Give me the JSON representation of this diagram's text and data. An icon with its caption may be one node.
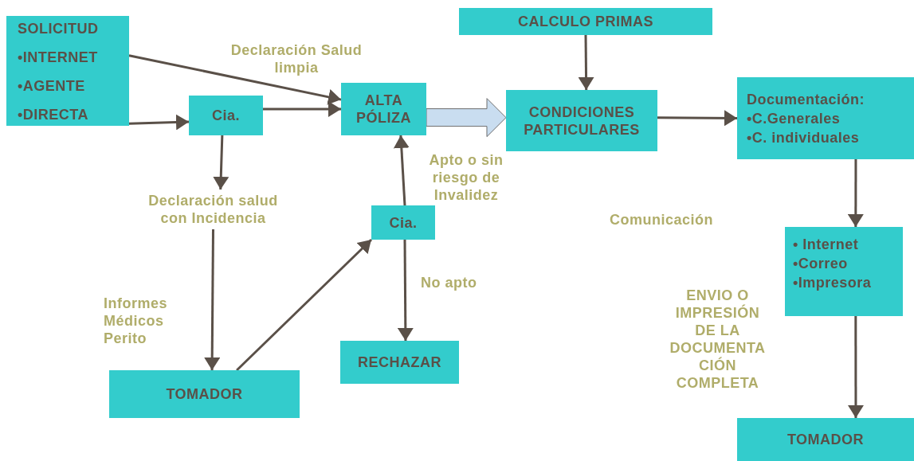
{
  "diagram": {
    "nodes": [
      {
        "text": [
          "SOLICITUD",
          "•INTERNET",
          "•AGENTE",
          "•DIRECTA"
        ]
      },
      {
        "text": [
          "Cia."
        ]
      },
      {
        "text": [
          "ALTA PÓLIZA"
        ]
      },
      {
        "text": [
          "CALCULO PRIMAS"
        ]
      },
      {
        "text": [
          "CONDICIONES PARTICULARES"
        ]
      },
      {
        "text": [
          "Documentación:",
          "•C.Generales",
          "•C. individuales"
        ]
      },
      {
        "text": [
          "Cia."
        ]
      },
      {
        "text": [
          "TOMADOR"
        ]
      },
      {
        "text": [
          "RECHAZAR"
        ]
      },
      {
        "text": [
          "• Internet",
          "•Correo",
          "•Impresora"
        ]
      },
      {
        "text": [
          "TOMADOR"
        ]
      },
      {
        "text": [
          "Declaración salud con Incidencia"
        ]
      }
    ],
    "edges": [
      {
        "from": 0,
        "to": 2,
        "arrow": "to",
        "label": "Declaración Salud limpia"
      },
      {
        "from": 0,
        "to": 1,
        "arrow": "to"
      },
      {
        "from": 1,
        "to": 2,
        "arrow": "to"
      },
      {
        "from": 2,
        "to": 4,
        "arrow": "to",
        "color": "#c9ddf0"
      },
      {
        "from": 3,
        "to": 4,
        "arrow": "to"
      },
      {
        "from": 4,
        "to": 5,
        "arrow": "to"
      },
      {
        "from": 1,
        "to": 11,
        "arrow": "to"
      },
      {
        "from": 11,
        "to": 7,
        "arrow": "to",
        "label": "Informes Médicos Perito"
      },
      {
        "from": 7,
        "to": 6,
        "arrow": "to"
      },
      {
        "from": 6,
        "to": 2,
        "arrow": "to",
        "label": "Apto o sin riesgo de Invalidez"
      },
      {
        "from": 6,
        "to": 8,
        "arrow": "to",
        "label": "No apto"
      },
      {
        "from": 5,
        "to": 9,
        "arrow": "to"
      },
      {
        "from": 9,
        "to": 10,
        "arrow": "to"
      }
    ],
    "labels": [
      "Comunicación",
      "ENVIO O IMPRESIÓN DE LA DOCUMENTA CIÓN COMPLETA"
    ]
  }
}
